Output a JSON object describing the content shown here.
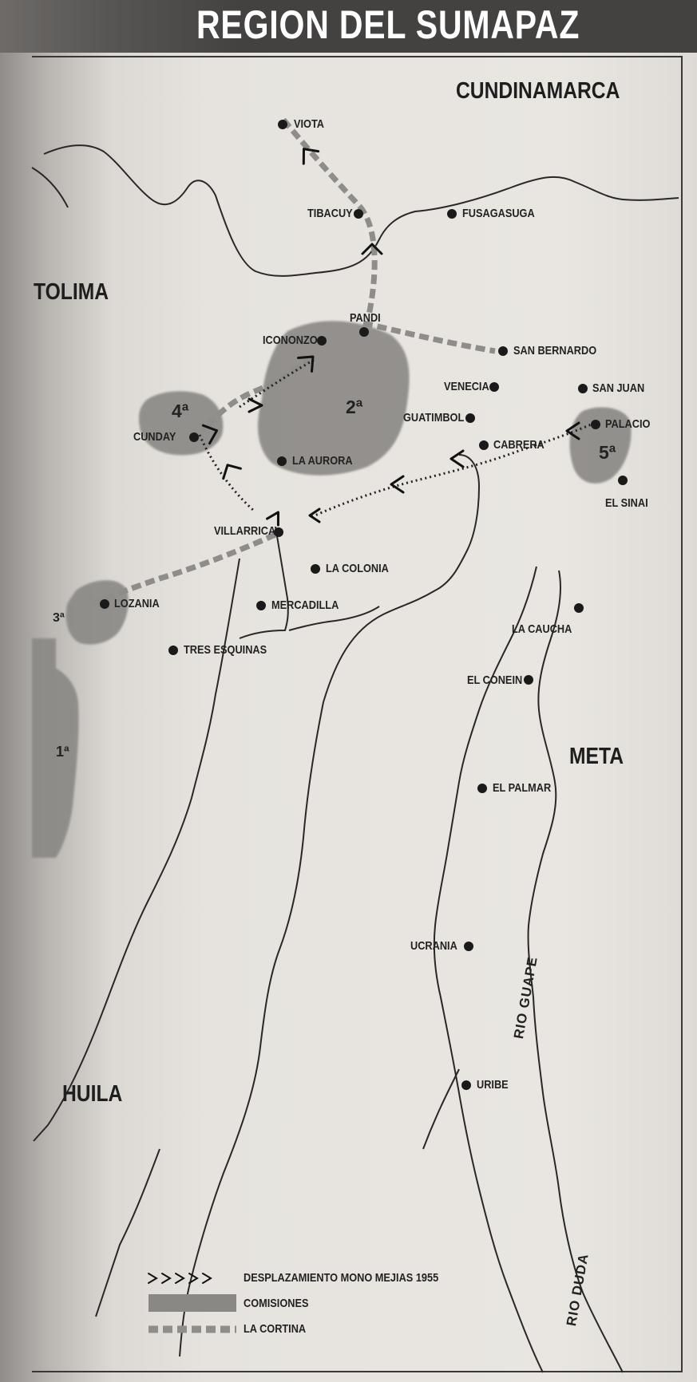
{
  "title": "REGION DEL SUMAPAZ",
  "departments": {
    "cundinamarca": "CUNDINAMARCA",
    "tolima": "TOLIMA",
    "meta": "META",
    "huila": "HUILA"
  },
  "towns": {
    "viota": "VIOTA",
    "tibacuy": "TIBACUY",
    "fusagasuga": "FUSAGASUGA",
    "pandi": "PANDI",
    "icononzo": "ICONONZO",
    "san_bernardo": "SAN BERNARDO",
    "venecia": "VENECIA",
    "san_juan": "SAN JUAN",
    "guatimbol": "GUATIMBOL",
    "palacio": "PALACIO",
    "cabrera": "CABRERA",
    "cunday": "CUNDAY",
    "la_aurora": "LA AURORA",
    "el_sinai": "EL SINAI",
    "villarrica": "VILLARRICA",
    "la_colonia": "LA COLONIA",
    "lozania": "LOZANIA",
    "mercadilla": "MERCADILLA",
    "la_caucha": "LA CAUCHA",
    "tres_esquinas": "TRES ESQUINAS",
    "el_conein": "EL CONEIN",
    "el_palmar": "EL PALMAR",
    "ucrania": "UCRANIA",
    "uribe": "URIBE"
  },
  "zones": {
    "z1": "1ª",
    "z2": "2ª",
    "z3": "3ª",
    "z4": "4ª",
    "z5": "5ª"
  },
  "rivers": {
    "guape": "RIO GUAPE",
    "duda": "RIO DUDA"
  },
  "legend": {
    "route": "DESPLAZAMIENTO MONO MEJIAS 1955",
    "commissions": "COMISIONES",
    "cortina": "LA CORTINA"
  },
  "colors": {
    "commission_fill": "#8a8885",
    "cortina": "#8f8d8a",
    "ink": "#222222"
  }
}
